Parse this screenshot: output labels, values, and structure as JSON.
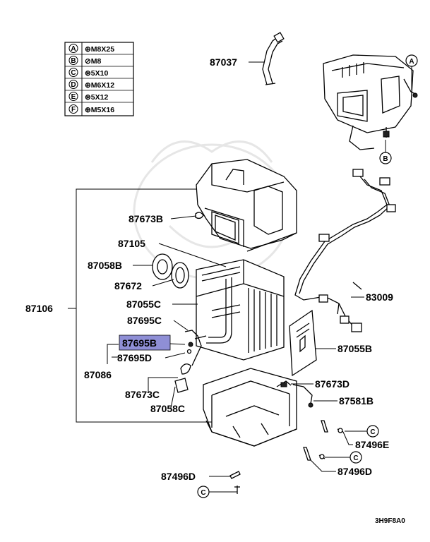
{
  "legend_table": {
    "rows": [
      {
        "key": "A",
        "value": "⊕M8X25"
      },
      {
        "key": "B",
        "value": "⊘M8"
      },
      {
        "key": "C",
        "value": "⊛5X10"
      },
      {
        "key": "D",
        "value": "⊕M6X12"
      },
      {
        "key": "E",
        "value": "⊛5X12"
      },
      {
        "key": "F",
        "value": "⊕M5X16"
      }
    ]
  },
  "callouts": {
    "p87037": "87037",
    "p87673B": "87673B",
    "p87105": "87105",
    "p87058B": "87058B",
    "p87672": "87672",
    "p87106": "87106",
    "p87055C": "87055C",
    "p87695C": "87695C",
    "p87695B": "87695B",
    "p87695D": "87695D",
    "p87086": "87086",
    "p87673C": "87673C",
    "p87058C": "87058C",
    "p83009": "83009",
    "p87055B": "87055B",
    "p87673D": "87673D",
    "p87581B": "87581B",
    "p87496E": "87496E",
    "p87496D_right": "87496D",
    "p87496D_left": "87496D"
  },
  "fastener_markers": {
    "A": "A",
    "B": "B",
    "C1": "C",
    "C2": "C",
    "C3": "C"
  },
  "highlight_color": "#8f8fd6",
  "diagram_code": "3H9F8A0"
}
